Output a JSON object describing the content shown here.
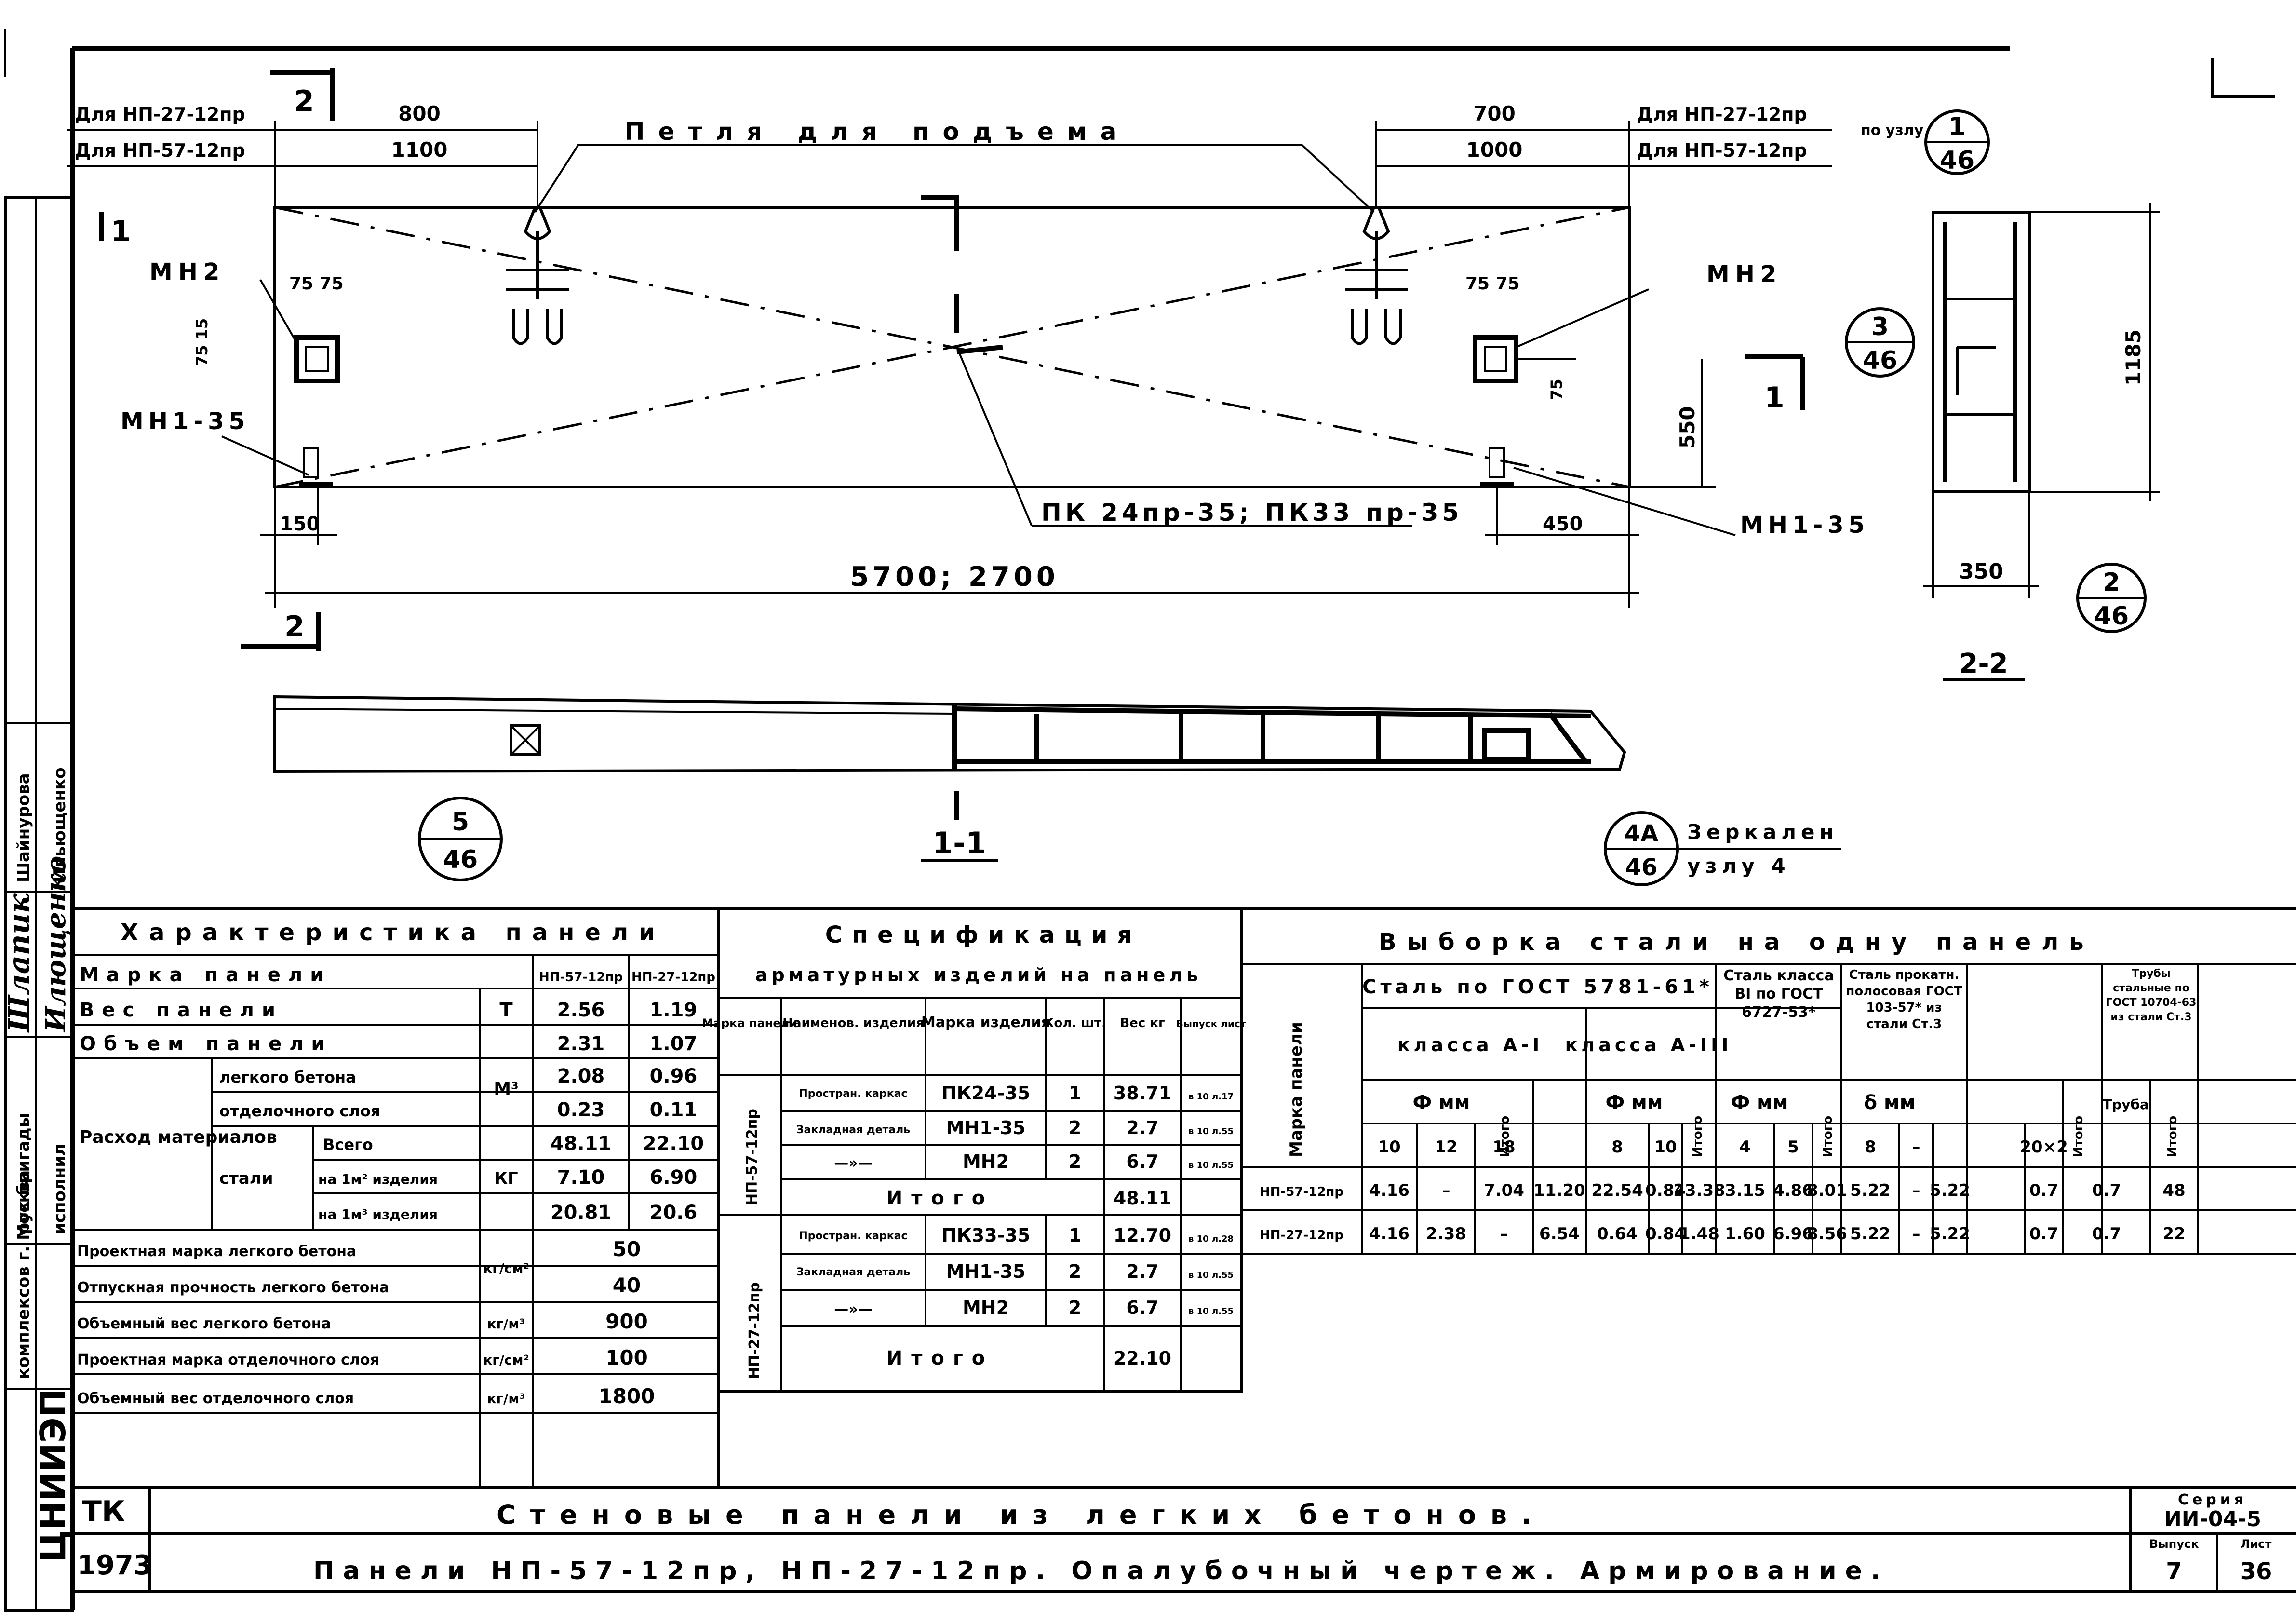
{
  "drawing": {
    "loop_title": "Петля для подъема",
    "left_dim_label_top": "Для НП-27-12пр",
    "left_dim_label_bottom": "Для НП-57-12пр",
    "left_dim_top": "800",
    "left_dim_bottom": "1100",
    "right_dim_top": "700",
    "right_dim_bottom": "1000",
    "right_dim_label_top": "Для НП-27-12пр",
    "right_dim_label_bottom": "Для НП-57-12пр",
    "node_ref_label": "по узлу",
    "section_mark_1": "1",
    "section_mark_2": "2",
    "mn2_left": "МН2",
    "mn2_right": "МН2",
    "dim_75_75_left": "75 75",
    "dim_75_75_right": "75 75",
    "dim_75_15": "75 15",
    "dim_75_right": "75",
    "mn1_35_left": "МН1-35",
    "mn1_35_right": "МН1-35",
    "dim_550": "550",
    "dim_150": "150",
    "dim_450": "450",
    "pk_label": "ПК 24пр-35; ПК33 пр-35",
    "length_dim": "5700; 2700",
    "height_dim": "1185",
    "width_dim": "350",
    "section_22_label": "2-2",
    "section_11_label": "1-1",
    "mirror_note_1": "Зеркален",
    "mirror_note_2": "узлу 4"
  },
  "callouts": [
    {
      "num": "1",
      "sheet": "46"
    },
    {
      "num": "3",
      "sheet": "46"
    },
    {
      "num": "2",
      "sheet": "46"
    },
    {
      "num": "5",
      "sheet": "46"
    },
    {
      "num": "4А",
      "sheet": "46"
    }
  ],
  "side_stamp": {
    "org": "ЦНИИЭП",
    "col1": "комплексов г. Москва",
    "col2": "рук бригады",
    "col3": "исполнил",
    "name1": "Шлапик",
    "name2": "Илющенко",
    "role1": "Шайнурова",
    "role2": "Ильющенко"
  },
  "characteristics": {
    "title": "Характеристика панели",
    "head_mark": "Марка панели",
    "col_a": "НП-57-12пр",
    "col_b": "НП-27-12пр",
    "rows": [
      {
        "label": "Вес панели",
        "unit": "Т",
        "a": "2.56",
        "b": "1.19"
      },
      {
        "label": "Объем панели",
        "unit": "",
        "a": "2.31",
        "b": "1.07"
      }
    ],
    "consumption": "Расход материалов",
    "unit_m3": "М³",
    "light_concrete": {
      "label": "легкого бетона",
      "a": "2.08",
      "b": "0.96"
    },
    "finish_layer": {
      "label": "отделочного слоя",
      "a": "0.23",
      "b": "0.11"
    },
    "steel": "стали",
    "unit_kg": "КГ",
    "steel_total": {
      "label": "Всего",
      "a": "48.11",
      "b": "22.10"
    },
    "steel_m2": {
      "label": "на 1м² изделия",
      "a": "7.10",
      "b": "6.90"
    },
    "steel_m3": {
      "label": "на 1м³ изделия",
      "a": "20.81",
      "b": "20.6"
    },
    "extra": [
      {
        "label": "Проектная марка легкого бетона",
        "unit": "кг/см²",
        "val": "50"
      },
      {
        "label": "Отпускная прочность легкого бетона",
        "unit": "",
        "val": "40"
      },
      {
        "label": "Объемный вес легкого бетона",
        "unit": "кг/м³",
        "val": "900"
      },
      {
        "label": "Проектная марка отделочного слоя",
        "unit": "кг/см²",
        "val": "100"
      },
      {
        "label": "Объемный вес отделочного слоя",
        "unit": "кг/м³",
        "val": "1800"
      }
    ]
  },
  "specification": {
    "title": "Спецификация",
    "subtitle": "арматурных изделий на панель",
    "headers": [
      "Марка панели",
      "Наименов. изделия",
      "Марка изделия",
      "Кол. шт.",
      "Вес кг",
      "Выпуск лист"
    ],
    "group_a": "НП-57-12пр",
    "group_b": "НП-27-12пр",
    "rows_a": [
      {
        "name": "Простран. каркас",
        "mark": "ПК24-35",
        "qty": "1",
        "weight": "38.71",
        "sheet": "в 10 л.17"
      },
      {
        "name": "Закладная деталь",
        "mark": "МН1-35",
        "qty": "2",
        "weight": "2.7",
        "sheet": "в 10 л.55"
      },
      {
        "name": "—»—",
        "mark": "МН2",
        "qty": "2",
        "weight": "6.7",
        "sheet": "в 10 л.55"
      }
    ],
    "total_a_label": "Итого",
    "total_a": "48.11",
    "rows_b": [
      {
        "name": "Простран. каркас",
        "mark": "ПК33-35",
        "qty": "1",
        "weight": "12.70",
        "sheet": "в 10 л.28"
      },
      {
        "name": "Закладная деталь",
        "mark": "МН1-35",
        "qty": "2",
        "weight": "2.7",
        "sheet": "в 10 л.55"
      },
      {
        "name": "—»—",
        "mark": "МН2",
        "qty": "2",
        "weight": "6.7",
        "sheet": "в 10 л.55"
      }
    ],
    "total_b_label": "Итого",
    "total_b": "22.10"
  },
  "steel_sample": {
    "title": "Выборка стали на одну панель",
    "col_mark": "Марка панели",
    "g1": "Сталь по ГОСТ 5781-61*",
    "g1a": "класса А-I",
    "g1b": "класса А-III",
    "g2": "Сталь класса ВI по ГОСТ 6727-53*",
    "g3": "Сталь прокатн. полосовая ГОСТ 103-57* из стали Ст.3",
    "g4": "Трубы стальные по ГОСТ 10704-63 из стали Ст.3",
    "phi_mm": "Ф мм",
    "delta_mm": "δ мм",
    "itogo": "Итого",
    "truba": "Труба",
    "sub": [
      "10",
      "12",
      "18",
      "",
      "8",
      "10",
      "",
      "4",
      "5",
      "",
      "8",
      "–",
      "",
      "20×2",
      ""
    ],
    "rows": [
      {
        "mark": "НП-57-12пр",
        "v": [
          "4.16",
          "–",
          "7.04",
          "11.20",
          "22.54",
          "0.84",
          "23.38",
          "3.15",
          "4.86",
          "8.01",
          "5.22",
          "–",
          "5.22",
          "0.7",
          "0.7",
          "48"
        ]
      },
      {
        "mark": "НП-27-12пр",
        "v": [
          "4.16",
          "2.38",
          "–",
          "6.54",
          "0.64",
          "0.84",
          "1.48",
          "1.60",
          "6.96",
          "8.56",
          "5.22",
          "–",
          "5.22",
          "0.7",
          "0.7",
          "22"
        ]
      }
    ]
  },
  "title_block": {
    "tk": "ТК",
    "year": "1973",
    "line1": "Стеновые панели из легких бетонов.",
    "line2": "Панели НП-57-12пр, НП-27-12пр. Опалубочный чертеж. Армирование.",
    "series_label": "Серия",
    "series": "ИИ-04-5",
    "issue_label": "Выпуск",
    "issue": "7",
    "sheet_label": "Лист",
    "sheet": "36"
  }
}
